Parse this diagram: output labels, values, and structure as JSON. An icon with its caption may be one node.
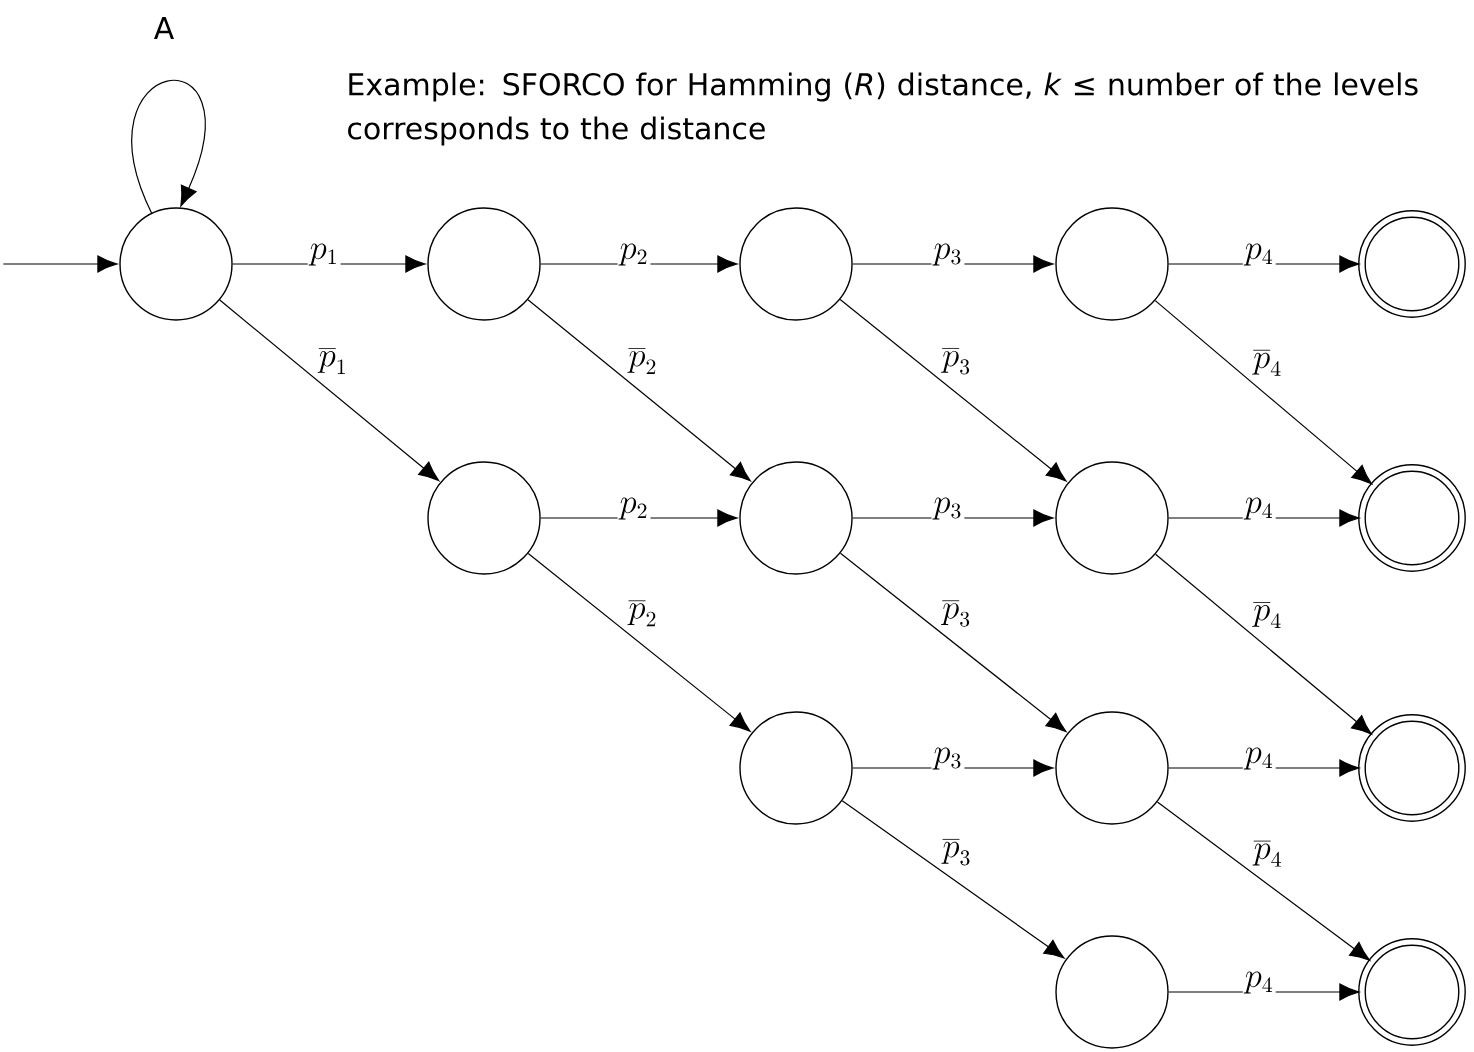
{
  "diagram": {
    "title": "Example: SFORCO for Hamming (*R*) distance, *k* ≤ number of the levels corresponds to the distance",
    "nodes": [
      {
        "text": [],
        "shape": "circle"
      },
      {
        "text": [],
        "shape": "circle"
      },
      {
        "text": [],
        "shape": "circle"
      },
      {
        "text": [],
        "shape": "circle"
      },
      {
        "text": [],
        "shape": "double-circle"
      },
      {
        "text": [],
        "shape": "circle"
      },
      {
        "text": [],
        "shape": "circle"
      },
      {
        "text": [],
        "shape": "circle"
      },
      {
        "text": [],
        "shape": "double-circle"
      },
      {
        "text": [],
        "shape": "circle"
      },
      {
        "text": [],
        "shape": "circle"
      },
      {
        "text": [],
        "shape": "double-circle"
      },
      {
        "text": [],
        "shape": "circle"
      },
      {
        "text": [],
        "shape": "double-circle"
      }
    ],
    "edges": [
      {
        "from": null,
        "to": 0,
        "arrow": "to"
      },
      {
        "from": 0,
        "to": 0,
        "arrow": "to",
        "label": "A"
      },
      {
        "from": 0,
        "to": 1,
        "arrow": "to",
        "label": "p_1"
      },
      {
        "from": 1,
        "to": 2,
        "arrow": "to",
        "label": "p_2"
      },
      {
        "from": 2,
        "to": 3,
        "arrow": "to",
        "label": "p_3"
      },
      {
        "from": 3,
        "to": 4,
        "arrow": "to",
        "label": "p_4"
      },
      {
        "from": 0,
        "to": 5,
        "arrow": "to",
        "label": "\\overline{p}_1"
      },
      {
        "from": 1,
        "to": 6,
        "arrow": "to",
        "label": "\\overline{p}_2"
      },
      {
        "from": 2,
        "to": 7,
        "arrow": "to",
        "label": "\\overline{p}_3"
      },
      {
        "from": 3,
        "to": 8,
        "arrow": "to",
        "label": "\\overline{p}_4"
      },
      {
        "from": 5,
        "to": 6,
        "arrow": "to",
        "label": "p_2"
      },
      {
        "from": 6,
        "to": 7,
        "arrow": "to",
        "label": "p_3"
      },
      {
        "from": 7,
        "to": 8,
        "arrow": "to",
        "label": "p_4"
      },
      {
        "from": 5,
        "to": 9,
        "arrow": "to",
        "label": "\\overline{p}_2"
      },
      {
        "from": 6,
        "to": 10,
        "arrow": "to",
        "label": "\\overline{p}_3"
      },
      {
        "from": 7,
        "to": 11,
        "arrow": "to",
        "label": "\\overline{p}_4"
      },
      {
        "from": 9,
        "to": 10,
        "arrow": "to",
        "label": "p_3"
      },
      {
        "from": 10,
        "to": 11,
        "arrow": "to",
        "label": "p_4"
      },
      {
        "from": 9,
        "to": 12,
        "arrow": "to",
        "label": "\\overline{p}_3"
      },
      {
        "from": 10,
        "to": 13,
        "arrow": "to",
        "label": "\\overline{p}_4"
      },
      {
        "from": 12,
        "to": 13,
        "arrow": "to",
        "label": "p_4"
      }
    ]
  }
}
